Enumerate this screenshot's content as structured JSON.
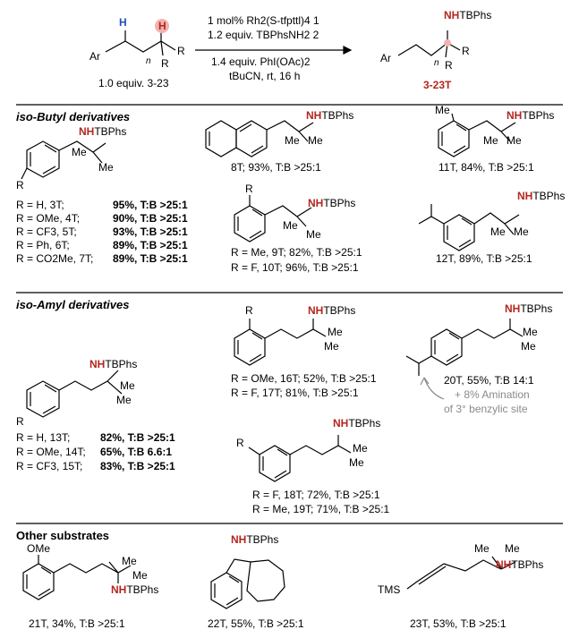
{
  "header": {
    "reactant_H1": "H",
    "reactant_H2": "H",
    "reactant_Ar": "Ar",
    "reactant_n": "n",
    "reactant_R1": "R",
    "reactant_R2": "R",
    "reactant_label": "1.0 equiv. 3-23",
    "cond1": "1 mol% Rh2(S-tfpttl)4 1",
    "cond2": "1.2 equiv. TBPhsNH2 2",
    "cond3": "1.4 equiv. PhI(OAc)2",
    "cond4": "tBuCN, rt, 16 h",
    "product_NH": "NH",
    "product_TBPhs": "TBPhs",
    "product_Ar": "Ar",
    "product_n": "n",
    "product_R1": "R",
    "product_R2": "R",
    "product_label": "3-23T"
  },
  "iso_butyl": {
    "title": "iso-Butyl derivatives",
    "lines": [
      {
        "r": "R = H, 3T;",
        "y": "95%, T:B >25:1"
      },
      {
        "r": "R = OMe, 4T;",
        "y": "90%, T:B >25:1"
      },
      {
        "r": "R = CF3, 5T;",
        "y": "93%, T:B >25:1"
      },
      {
        "r": "R = Ph, 6T;",
        "y": "89%, T:B >25:1"
      },
      {
        "r": "R = CO2Me, 7T;",
        "y": "89%, T:B >25:1"
      }
    ],
    "c8": "8T; 93%, T:B >25:1",
    "c11": "11T, 84%, T:B >25:1",
    "c9": "R = Me, 9T;  82%, T:B >25:1",
    "c10": "R = F, 10T;   96%, T:B >25:1",
    "c12": "12T, 89%, T:B >25:1"
  },
  "iso_amyl": {
    "title": "iso-Amyl derivatives",
    "lines": [
      {
        "r": "R = H, 13T;",
        "y": "82%, T:B >25:1"
      },
      {
        "r": "R = OMe, 14T;",
        "y": "65%, T:B 6.6:1"
      },
      {
        "r": "R = CF3, 15T;",
        "y": "83%, T:B >25:1"
      }
    ],
    "c16": "R = OMe, 16T; 52%, T:B >25:1",
    "c17": "R = F, 17T;      81%, T:B >25:1",
    "c18": "R = F, 18T;     72%, T:B >25:1",
    "c19": "R = Me, 19T; 71%, T:B >25:1",
    "c20": "20T, 55%, T:B 14:1",
    "note1": "+ 8% Amination",
    "note2": "of 3° benzylic site"
  },
  "other": {
    "title": "Other substrates",
    "c21": "21T, 34%, T:B >25:1",
    "c22": "22T, 55%, T:B >25:1",
    "c23": "23T, 53%, T:B >25:1",
    "ome": "OMe",
    "tms": "TMS"
  },
  "labels": {
    "NH": "NH",
    "TBPhs": "TBPhs",
    "Me": "Me",
    "R": "R"
  }
}
